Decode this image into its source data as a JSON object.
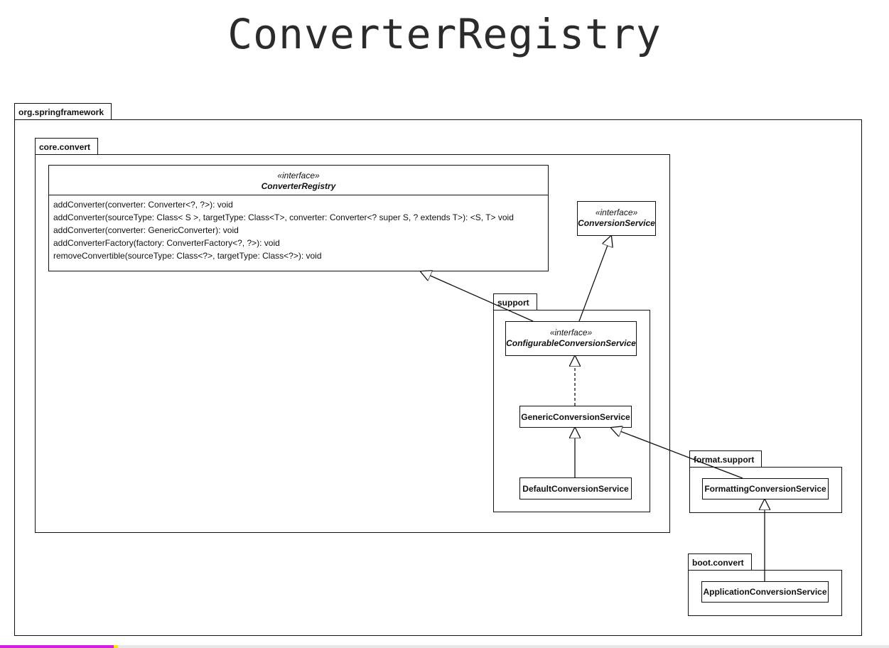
{
  "title": "ConverterRegistry",
  "packages": {
    "org_springframework": "org.springframework",
    "core_convert": "core.convert",
    "support": "support",
    "format_support": "format.support",
    "boot_convert": "boot.convert"
  },
  "stereotype": "«interface»",
  "classes": {
    "converter_registry": {
      "name": "ConverterRegistry",
      "methods": [
        "addConverter(converter: Converter<?, ?>): void",
        "addConverter(sourceType: Class< S >, targetType: Class<T>, converter: Converter<? super S, ? extends T>): <S, T> void",
        "addConverter(converter: GenericConverter): void",
        "addConverterFactory(factory: ConverterFactory<?, ?>): void",
        "removeConvertible(sourceType: Class<?>, targetType: Class<?>): void"
      ]
    },
    "conversion_service": {
      "name": "ConversionService"
    },
    "configurable_conversion_service": {
      "name": "ConfigurableConversionService"
    },
    "generic_conversion_service": {
      "name": "GenericConversionService"
    },
    "default_conversion_service": {
      "name": "DefaultConversionService"
    },
    "formatting_conversion_service": {
      "name": "FormattingConversionService"
    },
    "application_conversion_service": {
      "name": "ApplicationConversionService"
    }
  },
  "colors": {
    "line": "#111111",
    "title": "#2b2b2b"
  }
}
